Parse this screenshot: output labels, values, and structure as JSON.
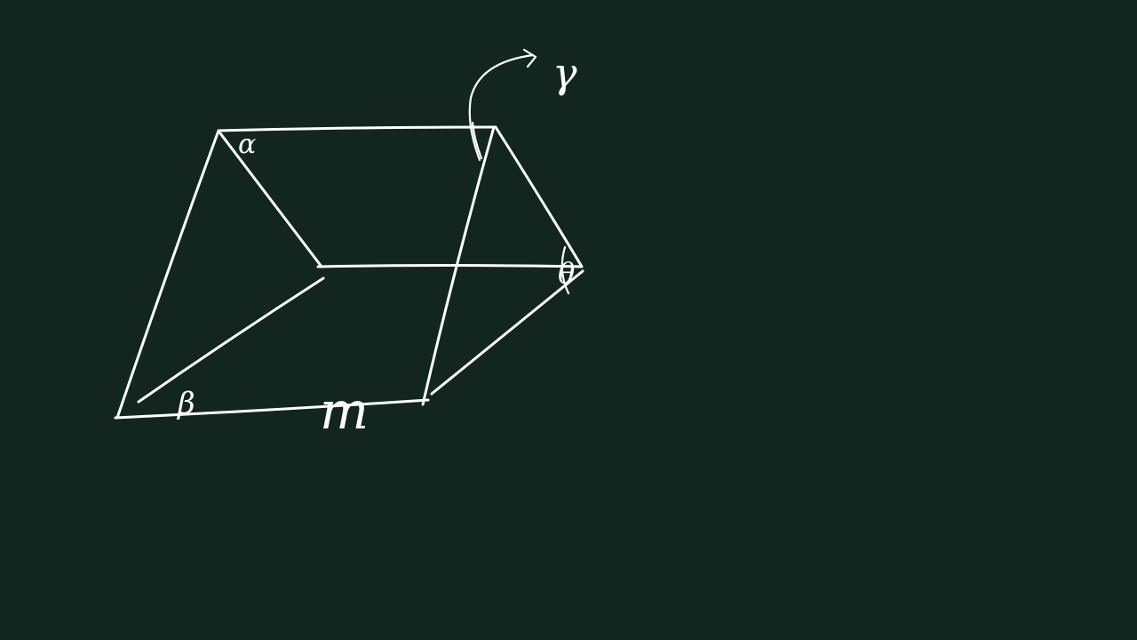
{
  "canvas": {
    "background_color": "#12261f",
    "stroke_color": "#ffffff"
  },
  "labels": {
    "alpha": "α",
    "beta": "β",
    "gamma": "γ",
    "theta": "θ",
    "m": "m"
  }
}
